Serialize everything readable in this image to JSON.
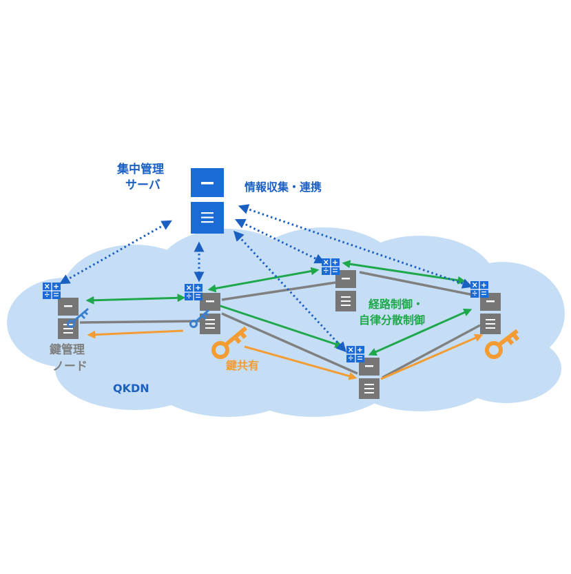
{
  "labels": {
    "central_server_line1": "集中管理",
    "central_server_line2": "サーバ",
    "info_collection": "情報収集・連携",
    "routing_line1": "経路制御・",
    "routing_line2": "自律分散制御",
    "key_mgmt_line1": "鍵管理",
    "key_mgmt_line2": "ノード",
    "key_sharing": "鍵共有",
    "network": "QKDN"
  },
  "colors": {
    "cloud": "#c5def5",
    "server_blue": "#1a6bd6",
    "node_gray": "#767676",
    "link_gray": "#808080",
    "green_arrow": "#1ea84b",
    "blue_arrow": "#1a5fc2",
    "orange": "#f39c33",
    "key_blue": "#3a7fce"
  },
  "icons": [
    "server-icon",
    "node-icon",
    "calculator-icon",
    "key-icon"
  ]
}
